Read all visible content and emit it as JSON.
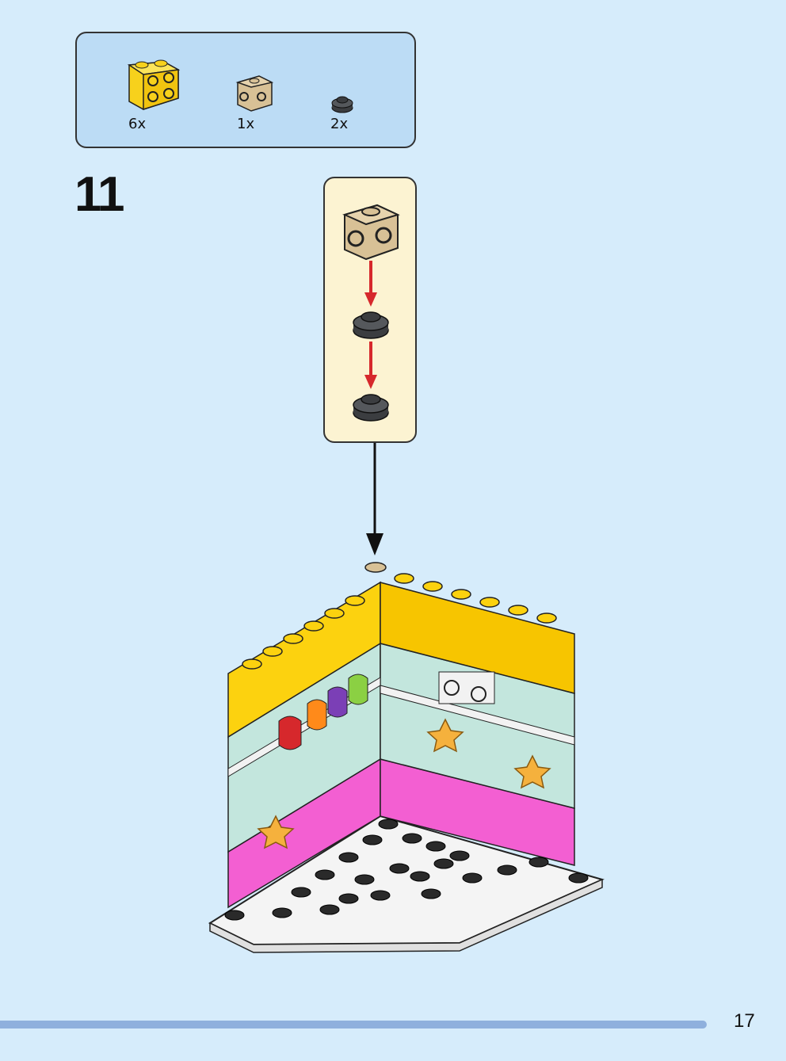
{
  "parts_list": {
    "items": [
      {
        "quantity": "6x",
        "color": "#f7d11c",
        "icon": "yellow-brick-1x2-with-studs-on-side"
      },
      {
        "quantity": "1x",
        "color": "#d8c196",
        "icon": "tan-brick-1x1-with-studs-on-sides"
      },
      {
        "quantity": "2x",
        "color": "#3b3d40",
        "icon": "dark-grey-round-plate-1x1"
      }
    ]
  },
  "step": {
    "number": "11"
  },
  "page": {
    "number": "17"
  },
  "colors": {
    "background": "#d6ecfb",
    "parts_box": "#bcdcf5",
    "callout": "#fcf3d2",
    "arrow_red": "#d6282c",
    "bottom_bar": "#8fb0dd"
  }
}
